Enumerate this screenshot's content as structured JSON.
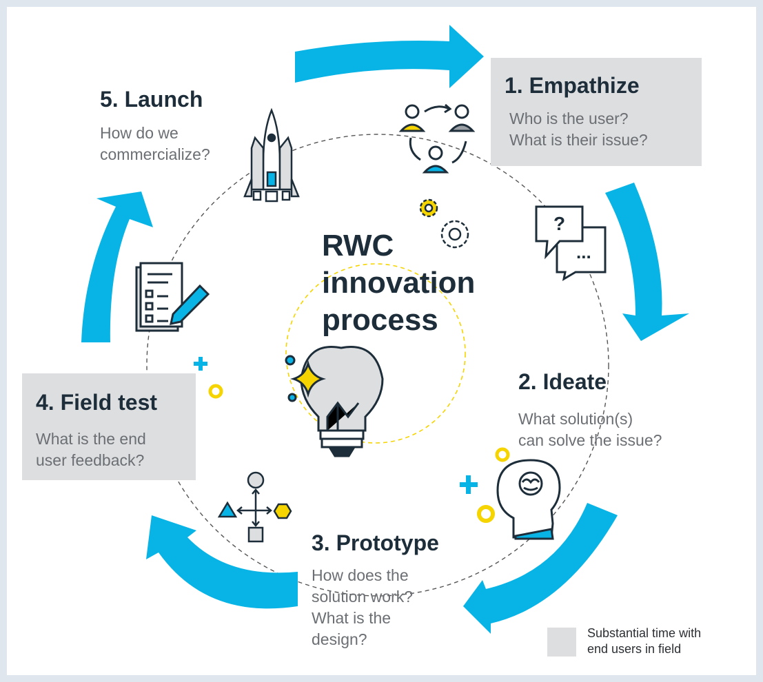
{
  "diagram": {
    "title": "RWC\ninnovation\nprocess",
    "accent_color": "#08b4e6",
    "highlight_color": "#dddee0",
    "yellow_color": "#f5d400",
    "dark_color": "#1d2e3a"
  },
  "steps": [
    {
      "title": "1. Empathize",
      "question": "Who is the user?\nWhat is their issue?",
      "highlighted": true,
      "icon": "users-cycle-icon"
    },
    {
      "title": "2. Ideate",
      "question": "What solution(s)\ncan solve the issue?",
      "highlighted": false,
      "icon": "chat-bubbles-icon"
    },
    {
      "title": "3. Prototype",
      "question": "How does the\nsolution work?\nWhat is the\ndesign?",
      "highlighted": false,
      "icon": "head-brain-icon"
    },
    {
      "title": "4. Field test",
      "question": "What is the end\nuser feedback?",
      "highlighted": true,
      "icon": "checklist-pen-icon"
    },
    {
      "title": "5. Launch",
      "question": "How do we\ncommercialize?",
      "highlighted": false,
      "icon": "rocket-icon"
    }
  ],
  "legend": {
    "label": "Substantial time with\nend users in field"
  }
}
